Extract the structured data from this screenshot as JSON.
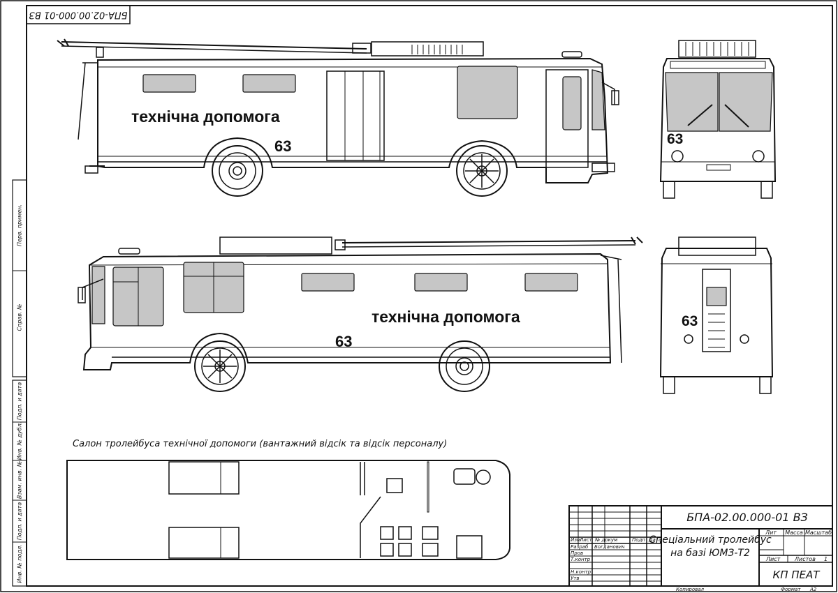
{
  "drawing": {
    "top_code": "БПА-02.00.000-01  ВЗ",
    "bus_label": "технічна допомога",
    "fleet_number": "63",
    "interior_caption": "Салон тролейбуса технічної допомоги (вантажний відсік та відсік персоналу)",
    "margin_labels": [
      "Перв. примен.",
      "Справ. №",
      "Подп. и дата",
      "Инв. № дубл.",
      "Взам. инв. №",
      "Подп. и дата",
      "Инв. № подл."
    ]
  },
  "title_block": {
    "code": "БПА-02.00.000-01  ВЗ",
    "name_line1": "Спеціальний тролейбус",
    "name_line2": "на базі ЮМЗ-Т2",
    "organization": "КП ПЕАТ",
    "col_lit": "Лит",
    "col_mass": "Масса",
    "col_scale": "Масштаб",
    "sheet_label": "Лист",
    "sheets_label": "Листов",
    "sheets_value": "1",
    "col_izm": "Изм",
    "col_list": "Лист",
    "col_doc": "№ докум",
    "col_sign": "Подп",
    "col_date": "Дата",
    "row_developer": "Разраб",
    "developer_name": "Богданович",
    "row_checked": "Пров",
    "row_tcontrol": "Т.контр",
    "row_ncontrol": "Н.контр",
    "row_approved": "Утв",
    "copied": "Копировал",
    "format_label": "Формат",
    "format_value": "А2"
  }
}
